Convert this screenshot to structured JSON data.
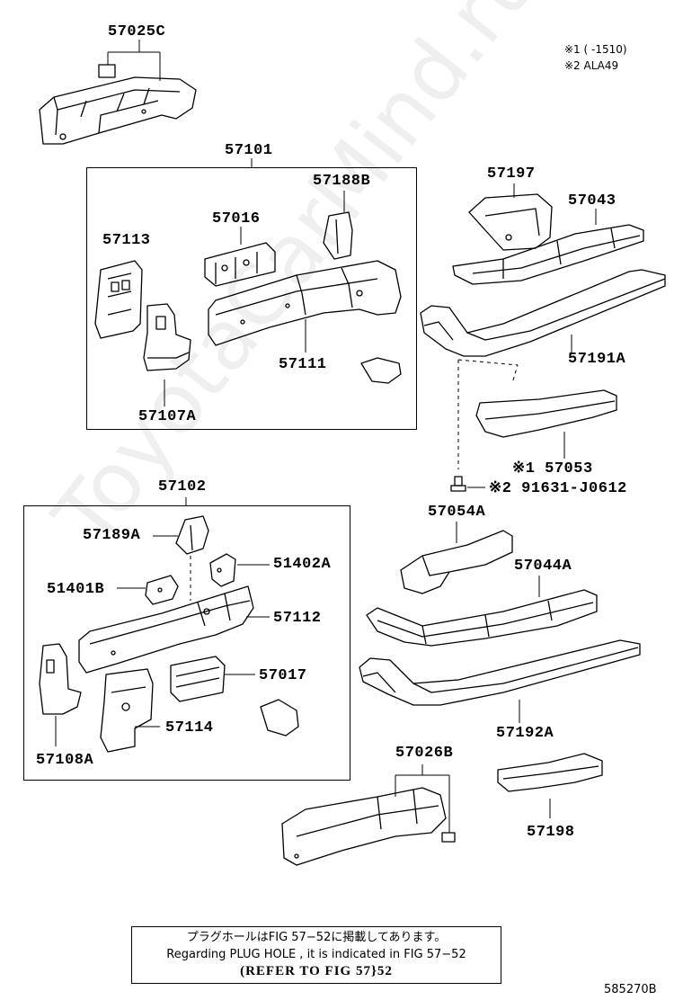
{
  "notes": {
    "n1": "※1 (      -1510)",
    "n2": "※2 ALA49"
  },
  "groups": {
    "g57101": "57101",
    "g57102": "57102"
  },
  "parts": {
    "p57025C": "57025C",
    "p57188B": "57188B",
    "p57016": "57016",
    "p57113": "57113",
    "p57111": "57111",
    "p57107A": "57107A",
    "p57197": "57197",
    "p57043": "57043",
    "p57191A": "57191A",
    "p57053": "※1 57053",
    "p91631": "※2 91631-J0612",
    "p57189A": "57189A",
    "p51402A": "51402A",
    "p51401B": "51401B",
    "p57112": "57112",
    "p57017": "57017",
    "p57114": "57114",
    "p57108A": "57108A",
    "p57054A": "57054A",
    "p57044A": "57044A",
    "p57192A": "57192A",
    "p57026B": "57026B",
    "p57198": "57198"
  },
  "footer": {
    "jp": "プラグホールはFIG 57−52に掲載してあります。",
    "en": "Regarding  PLUG  HOLE , it is indicated in FIG  57−52",
    "ref": "(REFER TO FIG 57}52",
    "code": "585270B"
  },
  "watermark": "ToyotaCarMind.ru"
}
